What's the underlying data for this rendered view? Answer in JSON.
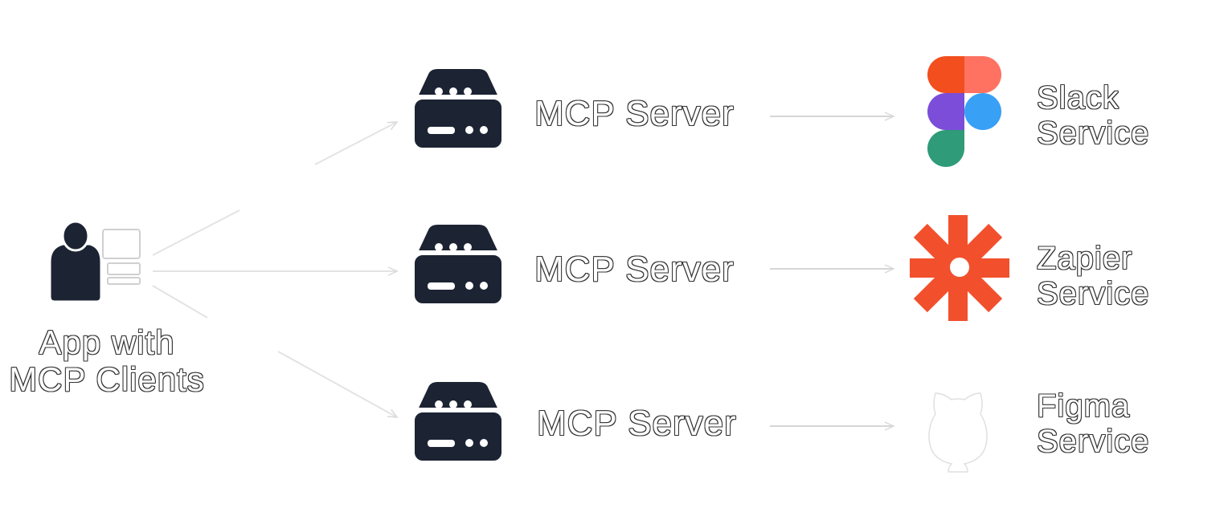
{
  "client": {
    "label_line1": "App with",
    "label_line2": "MCP Clients",
    "icon": "user-with-monitor-icon"
  },
  "servers": [
    {
      "label": "MCP Server",
      "icon": "server-icon"
    },
    {
      "label": "MCP Server",
      "icon": "server-icon"
    },
    {
      "label": "MCP Server",
      "icon": "server-icon"
    }
  ],
  "services": [
    {
      "label_line1": "Slack",
      "label_line2": "Service",
      "icon": "figma-logo-icon"
    },
    {
      "label_line1": "Zapier",
      "label_line2": "Service",
      "icon": "zapier-logo-icon"
    },
    {
      "label_line1": "Figma",
      "label_line2": "Service",
      "icon": "github-logo-icon"
    }
  ],
  "colors": {
    "icon_dark": "#1c2433",
    "figma_red": "#f24e1e",
    "figma_orange": "#ff7262",
    "figma_purple": "#a259ff",
    "figma_blue": "#1abcfe",
    "figma_green": "#0acf83",
    "zapier_orange": "#ff4a00"
  }
}
